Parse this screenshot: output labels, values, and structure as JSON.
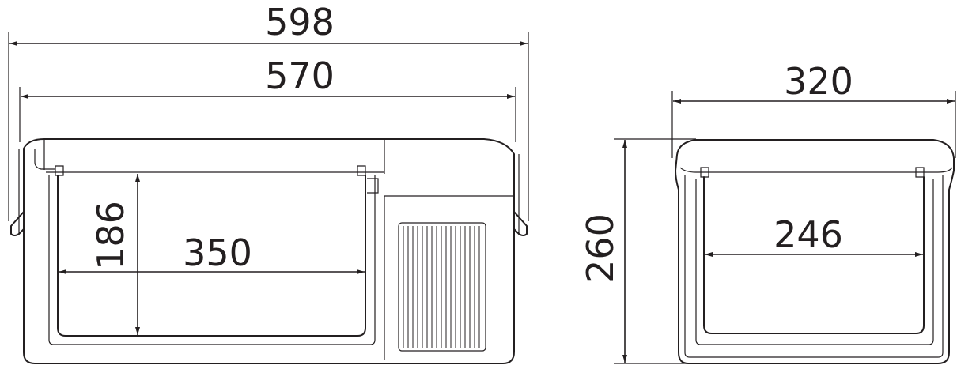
{
  "dimensions": {
    "overall_width_with_handles": "598",
    "body_width": "570",
    "inner_width_front": "350",
    "inner_height_front": "186",
    "depth": "320",
    "inner_depth": "246",
    "height": "260"
  },
  "colors": {
    "line": "#231f20",
    "background": "#ffffff"
  }
}
